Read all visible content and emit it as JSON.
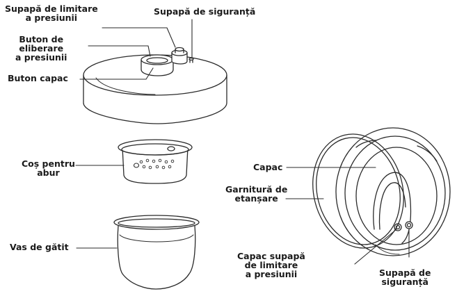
{
  "labels": {
    "pressure_limit_valve": [
      "Supapă de limitare",
      "a presiunii"
    ],
    "safety_valve_top": "Supapă de siguranță",
    "pressure_release_button": [
      "Buton de",
      "eliberare",
      "a presiunii"
    ],
    "lid_button": "Buton capac",
    "steam_basket": [
      "Coș pentru",
      "abur"
    ],
    "cooking_pot": "Vas de gătit",
    "lid": "Capac",
    "sealing_gasket": [
      "Garnitură de",
      "etanșare"
    ],
    "pressure_valve_cap": [
      "Capac supapă",
      "de limitare",
      "a presiunii"
    ],
    "safety_valve_bottom": [
      "Supapă de",
      "siguranță"
    ]
  },
  "colors": {
    "line": "#2a2a2a",
    "text": "#1a1a1a"
  }
}
